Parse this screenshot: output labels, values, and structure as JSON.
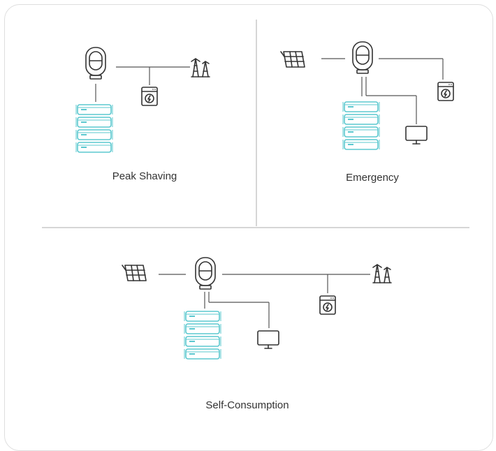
{
  "scenarios": {
    "peak_shaving": {
      "label": "Peak Shaving"
    },
    "emergency": {
      "label": "Emergency"
    },
    "self_consumption": {
      "label": "Self-Consumption"
    }
  },
  "icons": {
    "inverter": "inverter-icon",
    "grid_tower": "grid-tower-icon",
    "appliance": "washing-machine-icon",
    "solar": "solar-panel-icon",
    "tv": "monitor-icon",
    "battery": "battery-stack-icon"
  },
  "colors": {
    "battery": "#5bc8cf",
    "line": "#555555",
    "icon": "#333333"
  }
}
